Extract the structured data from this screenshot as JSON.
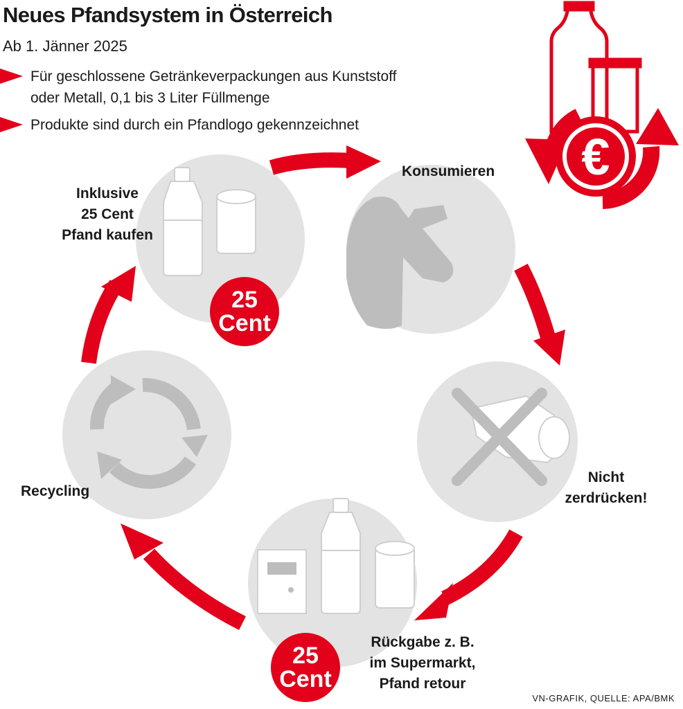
{
  "title": "Neues Pfandsystem in Österreich",
  "subtitle": "Ab 1. Jänner 2025",
  "bullets": [
    "Für geschlossene Getränkeverpackungen aus Kunststoff\noder Metall, 0,1 bis 3 Liter Füllmenge",
    "Produkte sind durch ein Pfandlogo gekennzeichnet"
  ],
  "steps": {
    "buy": "Inklusive\n25 Cent\nPfand kaufen",
    "consume": "Konsumieren",
    "crush": "Nicht\nzerdrücken!",
    "return": "Rückgabe z. B.\nim Supermarkt,\nPfand retour",
    "recycle": "Recycling"
  },
  "coin_top": {
    "amount": "25",
    "unit": "Cent"
  },
  "coin_bottom": {
    "amount": "25",
    "unit": "Cent"
  },
  "euro_symbol": "€",
  "source": "VN-GRAFIK, QUELLE: APA/BMK",
  "colors": {
    "accent": "#e2001a",
    "circle": "#e3e3e3",
    "icon": "#bdbdbd"
  },
  "icons": [
    "bottle-icon",
    "can-icon",
    "drinking-person-icon",
    "crushed-can-icon",
    "recycle-icon",
    "return-machine-icon",
    "euro-cycle-icon"
  ]
}
